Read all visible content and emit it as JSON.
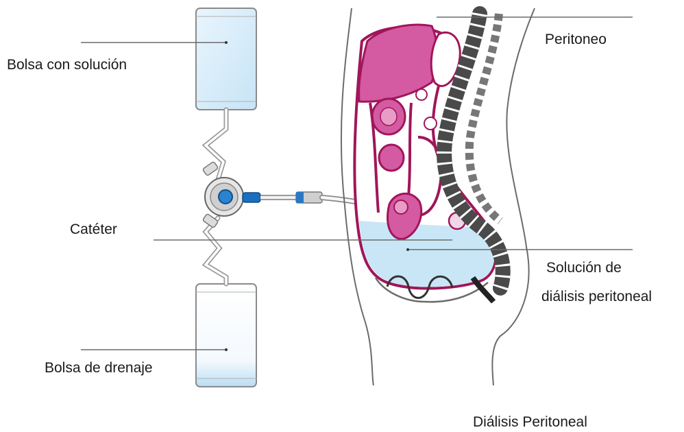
{
  "labels": {
    "bolsa_solucion": "Bolsa con solución",
    "peritoneo": "Peritoneo",
    "cateter": "Catéter",
    "solucion_line1": "Solución de",
    "solucion_line2": "diálisis peritoneal",
    "bolsa_drenaje": "Bolsa de drenaje"
  },
  "caption": "Diálisis Peritoneal",
  "colors": {
    "organ_magenta": "#a0165a",
    "organ_pink": "#d45aa2",
    "fluid_blue": "#c9e6f7",
    "catheter_blue": "#1a6fbf",
    "spine_dark": "#4a4a4a",
    "outline_gray": "#6b6b6b"
  }
}
